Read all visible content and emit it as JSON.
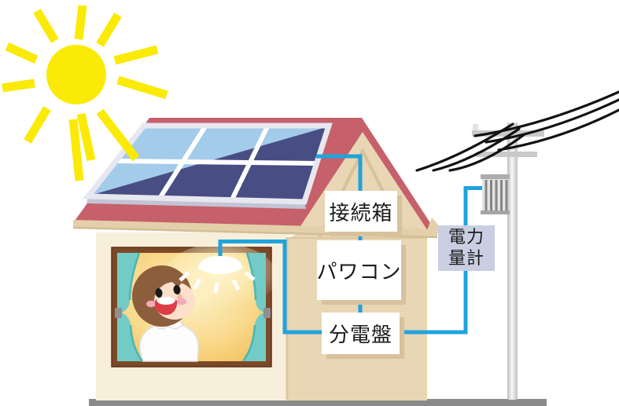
{
  "labels": {
    "junction_box": "接続箱",
    "power_conditioner": "パワコン",
    "distribution_board": "分電盤",
    "power_meter_line1": "電力",
    "power_meter_line2": "量計"
  },
  "icons": [
    "sun-icon",
    "house-icon",
    "solar-panel-icon",
    "window-icon",
    "curtain-icon",
    "child-icon",
    "ceiling-light-icon",
    "utility-pole-icon",
    "power-lines-icon",
    "pole-transformer-icon",
    "ground-line",
    "connection-lines"
  ],
  "colors": {
    "accent_blue": "#1FA3DE",
    "sun_yellow": "#FAEA05",
    "roof_red": "#C6606A",
    "wall_front": "#F8EFDB",
    "wall_side": "#E9D6B4",
    "eave_tan": "#E3CFA9",
    "label_shadow": "#D8C19C",
    "meter_bg": "#C9CEE2",
    "panel_light": "#A3CBEA",
    "panel_dark": "#484D83",
    "panel_frame": "#E7E7F0",
    "frame_brown": "#7B4928",
    "curtain_teal": "#73CBC8",
    "hair_brown": "#8C5E3B",
    "ground_gray": "#8A8A8A",
    "text_black": "#1A1A1A"
  }
}
